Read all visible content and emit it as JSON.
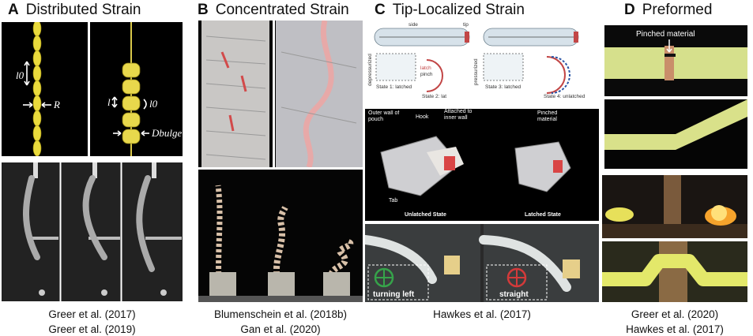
{
  "panels": [
    {
      "letter": "A",
      "title": "Distributed Strain",
      "citations": [
        "Greer et al. (2017)",
        "Greer et al. (2019)"
      ]
    },
    {
      "letter": "B",
      "title": "Concentrated Strain",
      "citations": [
        "Blumenschein et al. (2018b)",
        "Gan et al. (2020)"
      ]
    },
    {
      "letter": "C",
      "title": "Tip-Localized Strain",
      "citations": [
        "Hawkes et al. (2017)"
      ]
    },
    {
      "letter": "D",
      "title": "Preformed",
      "citations": [
        "Greer et al. (2020)",
        "Hawkes et al. (2017)"
      ]
    }
  ],
  "a_labels": {
    "l0": "l0",
    "R": "R",
    "l": "l",
    "l0b": "l0",
    "dbulge": "Dbulge"
  },
  "c_schematic": {
    "side": "side",
    "tip": "tip",
    "depressurized": "depressurized",
    "pressurized": "pressurized",
    "latch": "latch",
    "pinch": "pinch",
    "state1": "State 1: latched",
    "state2": "State 2: lat",
    "state3": "State 3: latched",
    "state4": "State 4: unlatched"
  },
  "c_photo": {
    "outer_wall": "Outer wall of pouch",
    "hook": "Hook",
    "attached": "Attached to inner wall",
    "tab": "Tab",
    "pinched": "Pinched material",
    "unlatched_state": "Unlatched State",
    "latched_state": "Latched State"
  },
  "c_video": {
    "turning_left": "turning left",
    "straight": "straight"
  },
  "d_labels": {
    "pinched_material": "Pinched material"
  }
}
